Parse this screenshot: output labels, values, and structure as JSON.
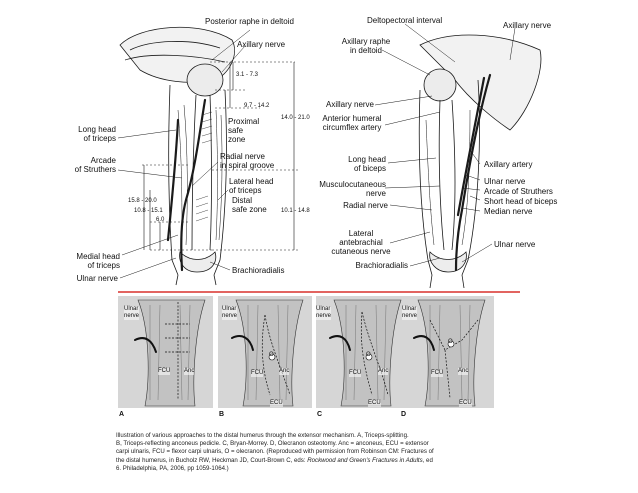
{
  "left_figure": {
    "labels": {
      "posterior_raphe": "Posterior raphe in deltoid",
      "axillary_nerve": "Axillary nerve",
      "long_head_triceps": "Long head\nof triceps",
      "proximal_safe_zone": "Proximal\nsafe\nzone",
      "arcade_struthers": "Arcade\nof Struthers",
      "radial_nerve_groove": "Radial nerve\nin spiral groove",
      "lateral_head_triceps": "Lateral head\nof triceps",
      "distal_safe_zone": "Distal\nsafe zone",
      "medial_head_triceps": "Medial head\nof triceps",
      "ulnar_nerve": "Ulnar nerve",
      "brachioradialis": "Brachioradialis"
    },
    "measurements": {
      "m1": "3.1 - 7.3",
      "m2": "9.7 - 14.2",
      "m3": "14.0 - 21.0",
      "m4": "15.8 - 20.0",
      "m5": "10.8 - 15.1",
      "m6": "6.0",
      "m7": "10.1 - 14.8"
    }
  },
  "right_figure": {
    "labels": {
      "deltopectoral": "Deltopectoral interval",
      "axillary_raphe": "Axillary raphe\nin deltoid",
      "axillary_nerve_top": "Axillary nerve",
      "axillary_nerve_left": "Axillary nerve",
      "anterior_humeral": "Anterior humeral\ncircumflex artery",
      "long_head_biceps": "Long head\nof biceps",
      "axillary_artery": "Axillary artery",
      "musculocutaneous": "Musculocutaneous\nnerve",
      "ulnar_nerve": "Ulnar nerve",
      "arcade_struthers": "Arcade of Struthers",
      "radial_nerve": "Radial nerve",
      "short_head_biceps": "Short head of biceps",
      "median_nerve": "Median nerve",
      "lateral_antebrachial": "Lateral\nantebrachial\ncutaneous nerve",
      "ulnar_nerve_low": "Ulnar nerve",
      "brachioradialis": "Brachioradialis"
    }
  },
  "panels": [
    {
      "letter": "A",
      "labels": {
        "ulnar": "Ulnar\nnerve",
        "fcu": "FCU",
        "anc": "Anc"
      }
    },
    {
      "letter": "B",
      "labels": {
        "ulnar": "Ulnar\nnerve",
        "o": "O",
        "fcu": "FCU",
        "anc": "Anc",
        "ecu": "ECU"
      }
    },
    {
      "letter": "C",
      "labels": {
        "ulnar": "Ulnar\nnerve",
        "o": "O",
        "fcu": "FCU",
        "anc": "Anc",
        "ecu": "ECU"
      }
    },
    {
      "letter": "D",
      "labels": {
        "ulnar": "Ulnar\nnerve",
        "o": "O",
        "fcu": "FCU",
        "anc": "Anc",
        "ecu": "ECU"
      }
    }
  ],
  "caption": {
    "line1": "Illustration of various approaches to the distal humerus through the extensor mechanism. A, Triceps-splitting.",
    "line2": "B, Triceps-reflecting anconeus pedicle. C, Bryan-Morrey. D, Olecranon osteotomy. Anc = anconeus, ECU = extensor",
    "line3": "carpi ulnaris, FCU = flexor carpi ulnaris, O = olecranon. (Reproduced with permission from Robinson CM: Fractures of",
    "line4a": "the distal humerus, in Bucholz RW, Heckman JD, Court-Brown C, eds: ",
    "line4_book": "Rockwood and Green's Fractures in Adults",
    "line4b": ", ed",
    "line5": "6. Philadelphia, PA, 2006, pp 1059-1064.)"
  },
  "colors": {
    "divider": "#d9312b",
    "panel_bg": "#d6d6d6",
    "ink": "#1a1a1a"
  }
}
